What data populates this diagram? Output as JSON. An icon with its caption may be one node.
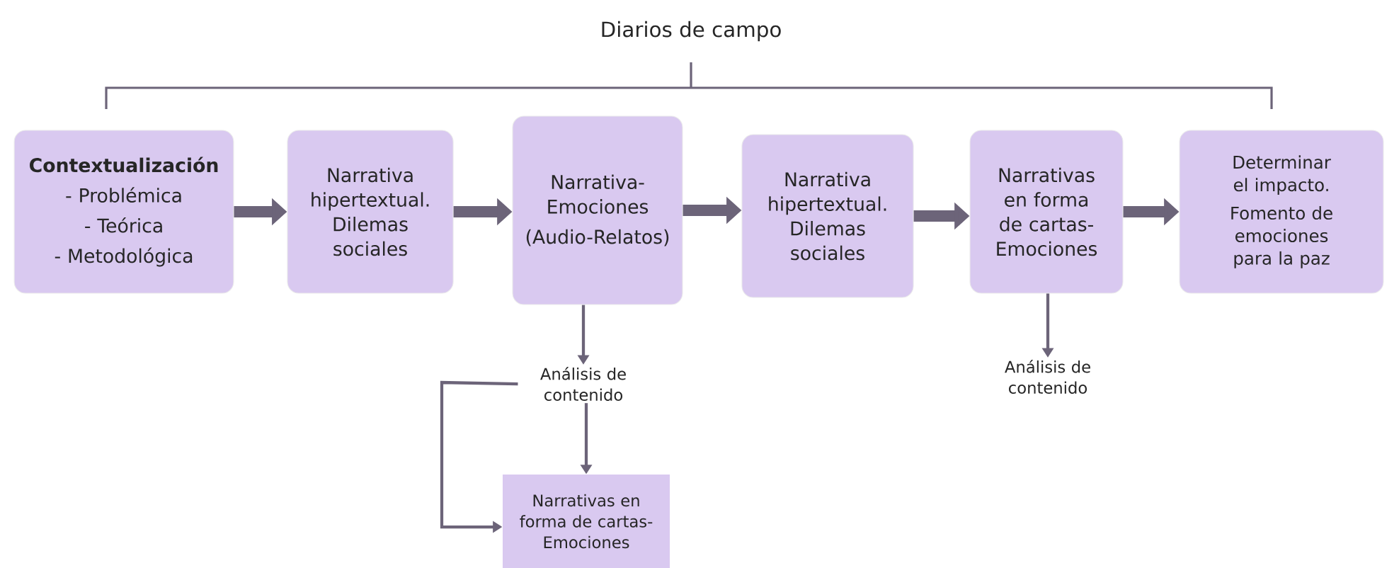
{
  "diagram": {
    "title": "Diarios de campo",
    "nodes": [
      {
        "text": [
          "Contextualización",
          "- Problémica",
          "- Teórica",
          "- Metodológica"
        ]
      },
      {
        "text": [
          "Narrativa hipertextual. Dilemas sociales"
        ]
      },
      {
        "text": [
          "Narrativa-Emociones",
          "(Audio-Relatos)"
        ]
      },
      {
        "text": [
          "Narrativa hipertextual. Dilemas sociales"
        ]
      },
      {
        "text": [
          "Narrativas en forma de cartas-Emociones"
        ]
      },
      {
        "text": [
          "Determinar el impacto.",
          "Fomento de emociones para la paz"
        ]
      },
      {
        "text": [
          "Análisis de contenido"
        ]
      },
      {
        "text": [
          "Narrativas en forma de cartas-Emociones"
        ]
      },
      {
        "text": [
          "Análisis de contenido"
        ]
      }
    ],
    "edges": [
      {
        "from": 0,
        "to": 1,
        "arrow": "to"
      },
      {
        "from": 1,
        "to": 2,
        "arrow": "to"
      },
      {
        "from": 2,
        "to": 3,
        "arrow": "to"
      },
      {
        "from": 3,
        "to": 4,
        "arrow": "to"
      },
      {
        "from": 4,
        "to": 5,
        "arrow": "to"
      },
      {
        "from": 2,
        "to": 6,
        "arrow": "to"
      },
      {
        "from": 6,
        "to": 7,
        "arrow": "to"
      },
      {
        "from": 6,
        "to": 7,
        "arrow": "to"
      },
      {
        "from": 4,
        "to": 8,
        "arrow": "to"
      }
    ]
  }
}
